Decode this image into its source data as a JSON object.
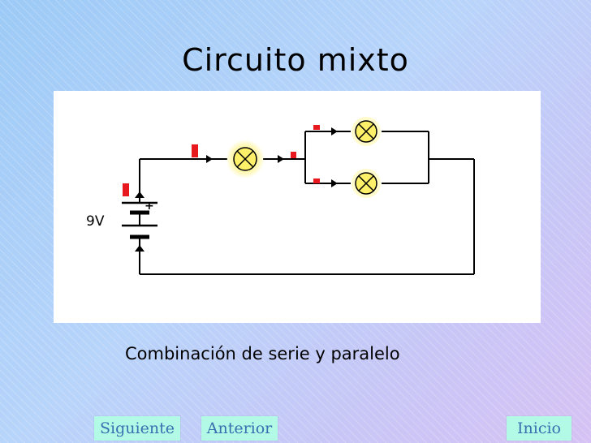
{
  "slide": {
    "title": "Circuito mixto",
    "subtitle": "Combinación  de serie y paralelo"
  },
  "diagram": {
    "battery_label": "9V",
    "plus_sign": "+"
  },
  "nav": {
    "next_label": "Siguiente",
    "prev_label": "Anterior",
    "home_label": "Inicio"
  },
  "colors": {
    "button_bg": "#b2fae6",
    "button_text": "#3a6fb0",
    "current_marker": "#e8191e",
    "lamp_fill": "#fff06a",
    "lamp_glow": "#fff9a8"
  }
}
